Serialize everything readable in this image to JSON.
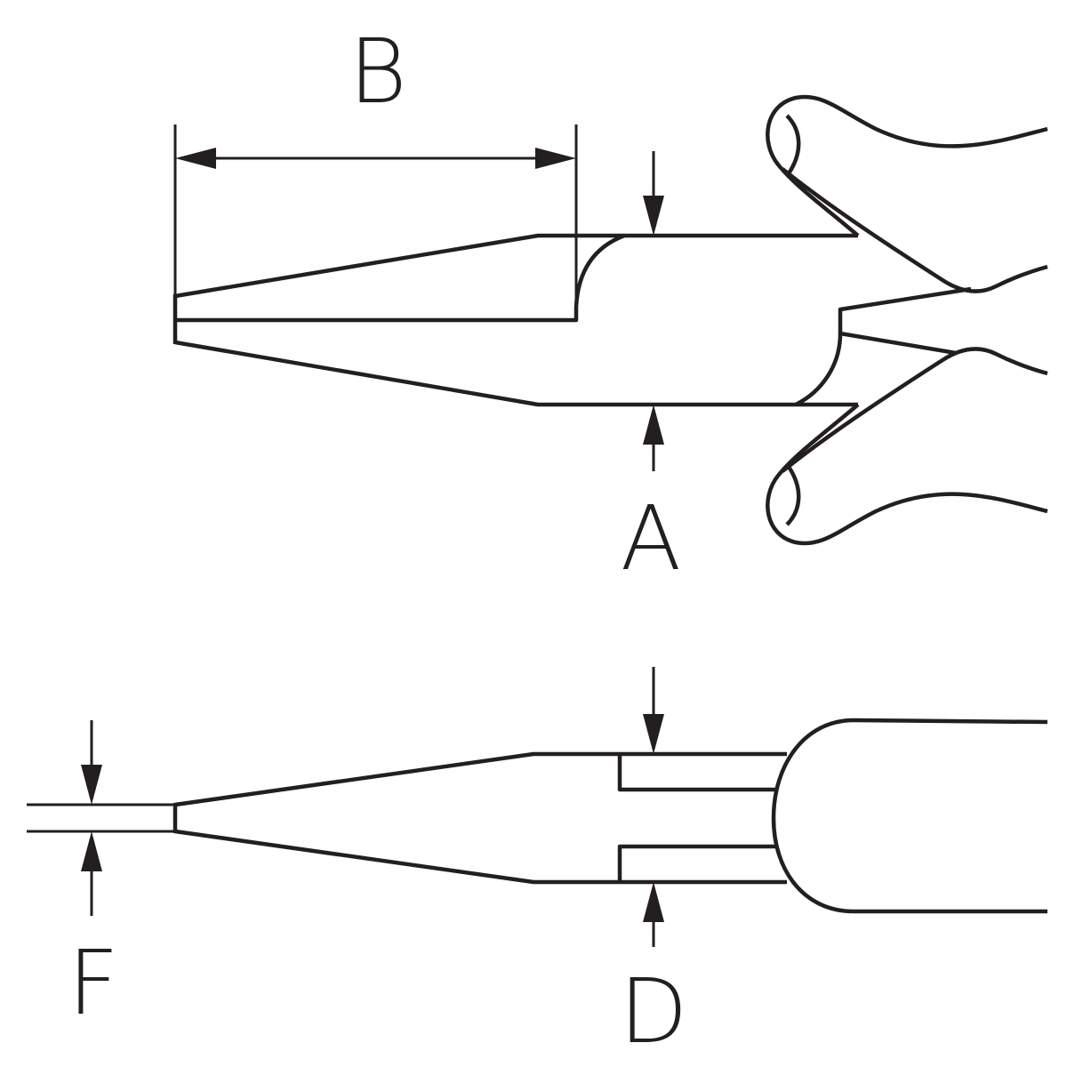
{
  "labels": {
    "length": "B",
    "width_top": "A",
    "tip_thickness": "F",
    "thickness": "D"
  },
  "colors": {
    "line": "#231f20",
    "background": "#ffffff"
  }
}
